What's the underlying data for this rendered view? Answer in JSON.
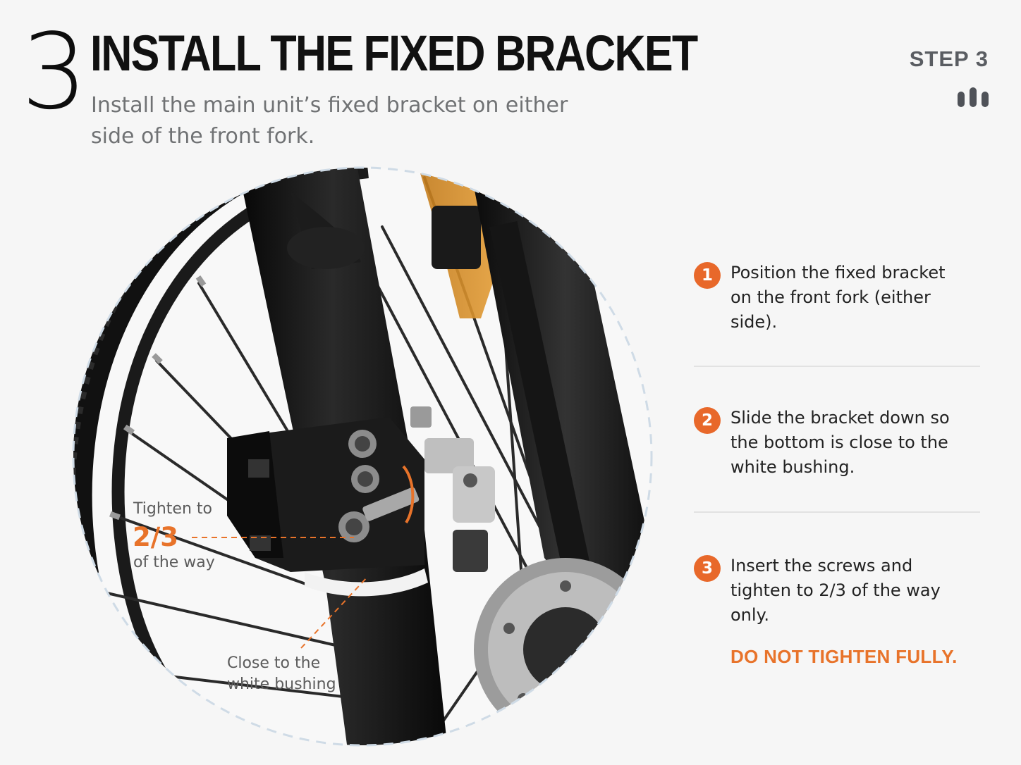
{
  "header": {
    "step_number": "3",
    "title": "INSTALL THE FIXED BRACKET",
    "subtitle": "Install the main unit’s fixed bracket on either side of the front fork.",
    "step_label": "STEP 3",
    "bars_icon": "signal-bars-icon"
  },
  "photo": {
    "callout_tighten": {
      "line1": "Tighten to",
      "value": "2/3",
      "line3": "of the way"
    },
    "callout_bushing": {
      "line1": "Close to the",
      "line2": "white bushing"
    }
  },
  "instructions": [
    {
      "number": "1",
      "text": "Position the fixed bracket on the front fork (either side)."
    },
    {
      "number": "2",
      "text": "Slide the bracket down so the bottom is close to the white bushing."
    },
    {
      "number": "3",
      "text": "Insert the screws and tighten to 2/3 of the way only."
    }
  ],
  "warning": "DO NOT TIGHTEN FULLY.",
  "colors": {
    "accent": "#e8682a",
    "title": "#111111",
    "subtitle": "#707274",
    "step_label": "#5a5d62"
  }
}
